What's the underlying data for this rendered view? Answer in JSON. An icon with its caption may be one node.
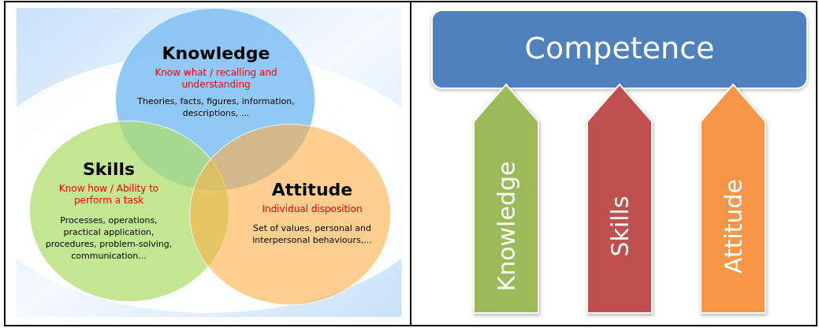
{
  "diagram": {
    "nodes": [
      {
        "text": [
          "Knowledge",
          "Know what / recalling and understanding",
          "Theories, facts, figures, information, descriptions, ..."
        ]
      },
      {
        "text": [
          "Skills",
          "Know how / Ability to perform a task",
          "Processes, operations, practical application, procedures, problem-solving, communication..."
        ]
      },
      {
        "text": [
          "Attitude",
          "Individual disposition",
          "Set of values, personal and interpersonal behaviours,..."
        ]
      },
      {
        "text": [
          "Competence"
        ]
      },
      {
        "text": [
          "Knowledge"
        ]
      },
      {
        "text": [
          "Skills"
        ]
      },
      {
        "text": [
          "Attitude"
        ]
      }
    ]
  }
}
